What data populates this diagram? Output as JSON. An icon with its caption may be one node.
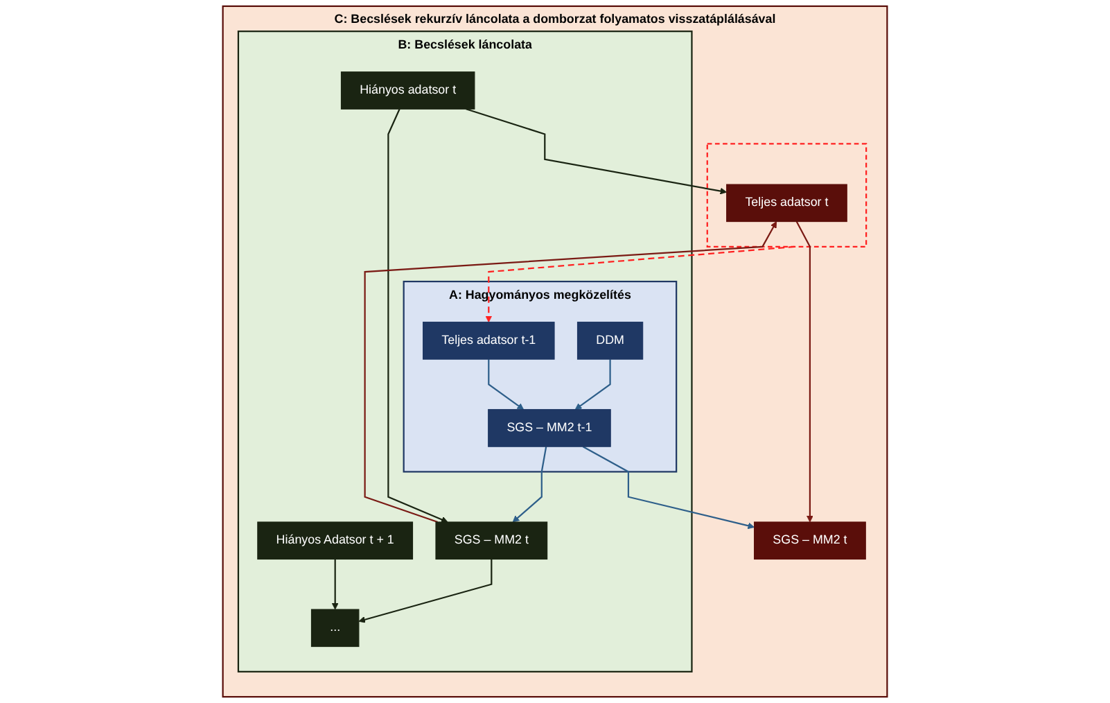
{
  "diagram": {
    "nodes": [
      {
        "text": [
          "C: Becslések rekurzív láncolata a domborzat folyamatos visszatáplálásával"
        ]
      },
      {
        "text": [
          "B: Becslések láncolata"
        ],
        "in": 0
      },
      {
        "text": [
          "A: Hagyományos megközelítés"
        ],
        "in": 1
      },
      {
        "text": [
          "DDM"
        ],
        "in": 2
      },
      {
        "text": [
          "Teljes adatsor t-1"
        ],
        "in": 2
      },
      {
        "text": [
          "SGS – MM2 t-1"
        ],
        "in": 2
      },
      {
        "text": [
          "Hiányos adatsor t"
        ],
        "in": 1
      },
      {
        "text": [
          "SGS – MM2 t"
        ],
        "in": 1
      },
      {
        "text": [
          "Hiányos Adatsor t + 1"
        ],
        "in": 1
      },
      {
        "text": [
          "..."
        ],
        "in": 1
      },
      {
        "text": [],
        "shape": "box",
        "in": 0
      },
      {
        "text": [
          "Teljes adatsor t"
        ],
        "in": 10
      },
      {
        "text": [
          "SGS – MM2 t"
        ],
        "in": 0
      }
    ],
    "edges": [
      {
        "from": 3,
        "to": 5,
        "arrow": "to",
        "color": "#2e5f8a"
      },
      {
        "from": 4,
        "to": 5,
        "arrow": "to",
        "color": "#2e5f8a"
      },
      {
        "from": 10,
        "to": 4,
        "arrow": "to",
        "style": "dashed",
        "color": "#ff2020"
      },
      {
        "from": 5,
        "to": 7,
        "arrow": "to",
        "color": "#2e5f8a"
      },
      {
        "from": 5,
        "to": 12,
        "arrow": "to",
        "color": "#2e5f8a"
      },
      {
        "from": 6,
        "to": 7,
        "arrow": "to",
        "color": "#1a2412"
      },
      {
        "from": 6,
        "to": 11,
        "arrow": "to",
        "color": "#1a2412"
      },
      {
        "from": 7,
        "to": 11,
        "arrow": "to",
        "color": "#7a1a14"
      },
      {
        "from": 11,
        "to": 12,
        "arrow": "to",
        "color": "#7a1a14"
      },
      {
        "from": 7,
        "to": 9,
        "arrow": "to",
        "color": "#1a2412"
      },
      {
        "from": 8,
        "to": 9,
        "arrow": "to",
        "color": "#1a2412"
      }
    ]
  }
}
